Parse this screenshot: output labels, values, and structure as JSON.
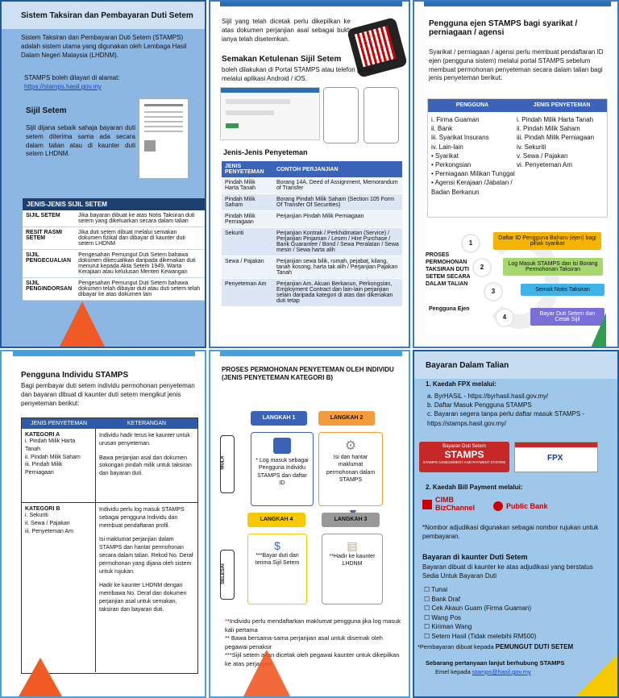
{
  "p1": {
    "title": "Sistem Taksiran dan Pembayaran Duti Setem",
    "intro": "Sistem Taksiran dan Pembayaran Duti Setem (STAMPS) adalah sistem utama yang digunakan oleh Lembaga Hasil Dalam Negeri Malaysia (LHDNM).",
    "access_text": "STAMPS boleh dilayari di alamat:",
    "url": "https://stamps.hasil.gov.my",
    "sijil_title": "Sijil Setem",
    "sijil_text": "Sijil dijana sebaik sahaja bayaran duti setem diterima sama ada secara dalam talian atau di kaunter duti setem LHDNM.",
    "jenis_title": "JENIS-JENIS SIJIL SETEM",
    "jenis_rows": [
      {
        "name": "SIJIL SETEM",
        "desc": "Jika bayaran dibuat ke atas Notis Taksiran duti setem yang dikeluarkan secara dalam talian"
      },
      {
        "name": "RESIT RASMI SETEM",
        "desc": "Jika duti setem dibuat melalui semakan dokumen fizikal dan dibayar di kaunter duti setem LHDNM"
      },
      {
        "name": "SIJIL PENGECUALIAN",
        "desc": "Pengesahan Pemungut Duti Setem bahawa dokumen dikecualikan daripada dikenakan duti menurut kepada Akta Setem 1949, Warta Kerajaan atau kelulusan Menteri Kewangan"
      },
      {
        "name": "SIJIL PENGINDORSAN",
        "desc": "Pengesahan Pemungut Duti Setem bahawa dokumen telah dibayar duti atau duti setem telah dibayar ke atas dokumen lain"
      }
    ]
  },
  "p2": {
    "intro": "Sijil yang telah dicetak perlu dikepilkan ke atas dokumen perjanjian asal sebagai bukti ianya telah disetemkan.",
    "semak_title": "Semakan Ketulenan Sijil Setem",
    "semak_text": "boleh dilakukan di Portal STAMPS atau telefon pintar melalui aplikasi Android / iOS.",
    "jenis_title": "Jenis-Jenis Penyeteman",
    "col1": "JENIS PENYETEMAN",
    "col2": "CONTOH PERJANJIAN",
    "rows": [
      {
        "jenis": "Pindah Milik Harta Tanah",
        "contoh": "Borang 14A, Deed of Assignment, Memorandum of Transfer"
      },
      {
        "jenis": "Pindah Milik Saham",
        "contoh": "Borang Pindah Milik Saham (Section 105 Form Of Transfer Of Securities)"
      },
      {
        "jenis": "Pindah Milik Perniagaan",
        "contoh": "Perjanjian Pindah Milik Perniagaan"
      },
      {
        "jenis": "Sekuriti",
        "contoh": "Perjanjian Kontrak / Perkhidmatan (Service) / Perjanjian Pinjaman / Lesen / Hire Purchase / Bank Guarantee / Bond / Sewa Peralatan / Sewa mesin / Sewa harta alih"
      },
      {
        "jenis": "Sewa / Pajakan",
        "contoh": "Perjanjian sewa bilik, rumah, pejabat, kilang, tanah kosong, harta tak alih / Perjanjian Pajakan Tanah"
      },
      {
        "jenis": "Penyeteman Am",
        "contoh": "Perjanjian Am, Akuan Berkanun, Perkongsian, Employment Contract dan lain-lain perjanjian selain daripada kategori di atas dan dikenakan duti tetap"
      }
    ]
  },
  "p3": {
    "title": "Pengguna ejen STAMPS bagi syarikat / perniagaan / agensi",
    "intro": "Syarikat / perniagaan / agensi perlu membuat pendaftaran ID ejen (pengguna sistem) melalui portal STAMPS sebelum membuat permohonan penyeteman secara dalam talian bagi jenis penyeteman berikut:",
    "col1": "PENGGUNA",
    "col2": "JENIS PENYETEMAN",
    "pengguna": [
      "i.   Firma Guaman",
      "ii.  Bank",
      "iii. Syarikat Insurans",
      "iv.  Lain-lain",
      "• Syarikat",
      "• Perkongsian",
      "• Perniagaan Milikan Tunggal",
      "• Agensi Kerajaan /Jabatan / Badan Berkanun"
    ],
    "jenis": [
      "i.   Pindah Milik Harta Tanah",
      "ii.  Pindah Milik Saham",
      "iii. Pindah Milik Perniagaan",
      "iv.  Sekuriti",
      "v.   Sewa / Pajakan",
      "vi.  Penyeteman Am"
    ],
    "proses_label": "PROSES PERMOHONAN TAKSIRAN DUTI SETEM SECARA DALAM TALIAN",
    "proses_label2": "Pengguna Ejen",
    "steps": [
      {
        "num": "1",
        "text": "Daftar ID Pengguna Baharu (ejen) bagi pihak syarikat"
      },
      {
        "num": "2",
        "text": "Log Masuk STAMPS dan isi Borang Permohonan Taksiran"
      },
      {
        "num": "3",
        "text": "Semak Notis Taksiran"
      },
      {
        "num": "4",
        "text": "Bayar Duti Setem dan Cetak Sijil"
      }
    ]
  },
  "p4": {
    "title": "Pengguna Individu STAMPS",
    "intro": "Bagi pembayar duti setem individu permohonan penyeteman dan bayaran dibuat di kaunter duti setem mengikut jenis penyeteman berikut:",
    "col1": "JENIS PENYETEMAN",
    "col2": "KETERANGAN",
    "katA": "KATEGORI A",
    "katA_items": [
      "i.   Pindah Milik Harta Tanah",
      "ii.  Pindah Milik Saham",
      "iii. Pindah Milik Perniagaan"
    ],
    "katA_desc1": "Individu hadir terus ke kaunter untuk urusan penyeteman.",
    "katA_desc2": "Bawa perjanjian asal dan dokumen sokongan pindah milik untuk taksiran dan bayaran duti.",
    "katB": "KATEGORI B",
    "katB_items": [
      "i.   Sekuriti",
      "ii.  Sewa / Pajakan",
      "iii. Penyeteman Am"
    ],
    "katB_desc1": "Individu perlu log masuk STAMPS sebagai pengguna Individu dan membuat pendaftaran profil.",
    "katB_desc2": "Isi maklumat perjanjian dalam STAMPS dan hantar permohonan secara dalam talian. Rekod No. Deraf permohonan yang dijana oleh sistem untuk rujukan.",
    "katB_desc3": "Hadir ke kaunter LHDNM dengan membawa No. Deraf dan dokumen perjanjian asal untuk semakan, taksiran dan bayaran duti."
  },
  "p5": {
    "title": "PROSES PERMOHONAN PENYETEMAN OLEH INDIVIDU (JENIS PENYETEMAN KATEGORI B)",
    "mula": "MULA",
    "selesai": "SELESAI",
    "l1": "LANGKAH 1",
    "l2": "LANGKAH 2",
    "l3": "LANGKAH 3",
    "l4": "LANGKAH 4",
    "s1": "* Log masuk sebagai Pengguna Individu STAMPS dan daftar ID",
    "s2": "Isi dan hantar maklumat permohonan dalam STAMPS",
    "s3": "**Hadir ke kaunter LHDNM",
    "s4": "***Bayar duti dan terima Sijil Setem",
    "n1": "*Individu perlu mendaftarkan maklumat pengguna jika log masuk kali pertama",
    "n2": "** Bawa bersama-sama perjanjian asal untuk disemak oleh pegawai penaksir",
    "n3": "***Sijil setem akan dicetak oleh pegawai kaunter untuk dikepilkan ke atas perjanjian"
  },
  "p6": {
    "title": "Bayaran Dalam Talian",
    "k1": "1. Kaedah FPX melalui:",
    "k1_items": [
      "a.  ByrHASiL - https://byrhasil.hasil.gov.my/",
      "b.  Daftar Masuk Pengguna STAMPS",
      "c.  Bayaran segera tanpa perlu daftar masuk STAMPS - https://stamps.hasil.gov.my/"
    ],
    "banner_title": "Bayaran Duti Setem",
    "banner_brand": "STAMPS",
    "banner_sub": "STAMPS ASSESSMENT AND PAYMENT SYSTEM",
    "fpx": "FPX",
    "k2": "2. Kaedah Bill Payment melalui:",
    "cimb": "CIMB BizChannel",
    "public": "Public Bank",
    "k2_note": "*Nombor adjudikasi digunakan sebagai nombor rujukan untuk pembayaran.",
    "kaunter_title": "Bayaran di kaunter Duti Setem",
    "kaunter_text": "Bayaran dibuat di kaunter ke atas adjudikasi yang berstatus Sedia Untuk Bayaran Duti",
    "kaunter_items": [
      "Tunai",
      "Bank Draf",
      "Cek Akaun Guam (Firma Guaman)",
      "Wang Pos",
      "Kiriman Wang",
      "Setem Hasil (Tidak melebihi RM500)"
    ],
    "pemungut_prefix": "*Pembayaran dibuat kepada ",
    "pemungut": "PEMUNGUT DUTI SETEM",
    "hubungi": "Sebarang pertanyaan lanjut berhubung STAMPS",
    "emel_prefix": "Emel kepada ",
    "emel": "stamps@hasil.gov.my"
  }
}
